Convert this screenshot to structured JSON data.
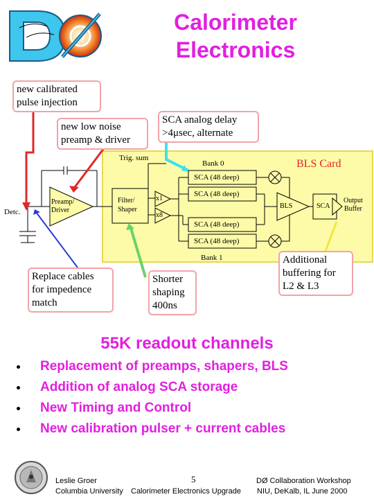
{
  "title_line1": "Calorimeter",
  "title_line2": "Electronics",
  "logo_text": "DØ",
  "callouts": {
    "calib": [
      "new calibrated",
      "pulse injection"
    ],
    "preamp": [
      "new low noise",
      "preamp & driver"
    ],
    "sca": [
      "SCA analog delay",
      ">4μsec, alternate"
    ],
    "cables": [
      "Replace cables",
      "for impedence",
      "match"
    ],
    "shaping": [
      "Shorter",
      "shaping",
      "400ns"
    ],
    "buffering": [
      "Additional",
      "buffering for",
      "L2 & L3"
    ]
  },
  "diagram": {
    "trig_sum": "Trig. sum",
    "bank0": "Bank 0",
    "bank1": "Bank 1",
    "bls_card": "BLS Card",
    "sca_48": "SCA (48 deep)",
    "detc": "Detc.",
    "preamp": [
      "Preamp/",
      "Driver"
    ],
    "filter": [
      "Filter/",
      "Shaper"
    ],
    "x1": "x1",
    "x8": "x8",
    "bls": "BLS",
    "sca": "SCA",
    "output": [
      "Output",
      "Buffer"
    ]
  },
  "headline": "55K readout channels",
  "bullets": [
    "Replacement of preamps, shapers, BLS",
    "Addition of analog SCA storage",
    "New Timing and Control",
    "New calibration pulser + current cables"
  ],
  "footer": {
    "author": "Leslie Groer",
    "page": "5",
    "event": "DØ Collaboration Workshop",
    "affiliation": "Columbia University",
    "subject": "Calorimeter Electronics Upgrade",
    "location": "NIU, DeKalb, IL  June 2000"
  },
  "colors": {
    "title": "#e21fe0",
    "card": "#fdfba8",
    "card_border": "#e8d84a",
    "callout_border": "#f2a2a8",
    "arrow_red": "#e02828",
    "arrow_cyan": "#3ee0f0",
    "arrow_green": "#6ad26a",
    "arrow_blue": "#2a3ad8",
    "arrow_yellow": "#f2e640",
    "logo_cyan": "#3ec6ec"
  }
}
